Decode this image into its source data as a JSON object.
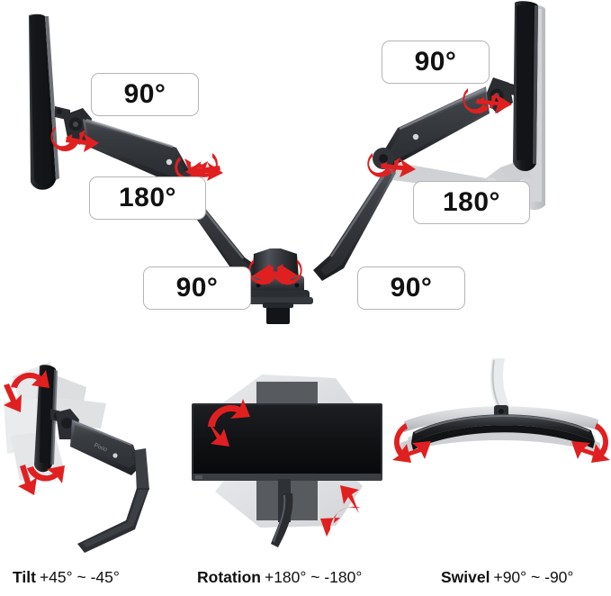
{
  "diagram": {
    "brand": "Pixio",
    "product": "dual monitor gas-spring desk mount",
    "colors": {
      "arrow_red": "#e02020",
      "arrow_red_dark": "#b01414",
      "badge_border": "#b5b5b5",
      "badge_fill": "#ffffff",
      "text": "#111111",
      "arm_dark": "#2e3034",
      "arm_mid": "#4a4d52",
      "arm_light": "#6f737a",
      "ghost_gray": "#c9cbcd",
      "ghost_gray_light": "#dcdee0",
      "screen_black": "#0d0d0f",
      "background": "#ffffff"
    }
  },
  "hero": {
    "name": "dual-arm-angles-diagram",
    "badges": [
      {
        "id": "left-top",
        "value": "90°",
        "joint": "left-vesa-tilt-joint"
      },
      {
        "id": "left-mid",
        "value": "180°",
        "joint": "left-elbow-joint"
      },
      {
        "id": "base-left",
        "value": "90°",
        "joint": "left-post-joint"
      },
      {
        "id": "base-right",
        "value": "90°",
        "joint": "right-post-joint"
      },
      {
        "id": "right-top",
        "value": "90°",
        "joint": "right-vesa-tilt-joint"
      },
      {
        "id": "right-mid",
        "value": "180°",
        "joint": "right-elbow-joint"
      }
    ]
  },
  "captions": [
    {
      "id": "tilt",
      "name": "Tilt",
      "range": "+45° ~ -45°"
    },
    {
      "id": "rotation",
      "name": "Rotation",
      "range": "+180° ~ -180°"
    },
    {
      "id": "swivel",
      "name": "Swivel",
      "range": "+90° ~ -90°"
    }
  ]
}
